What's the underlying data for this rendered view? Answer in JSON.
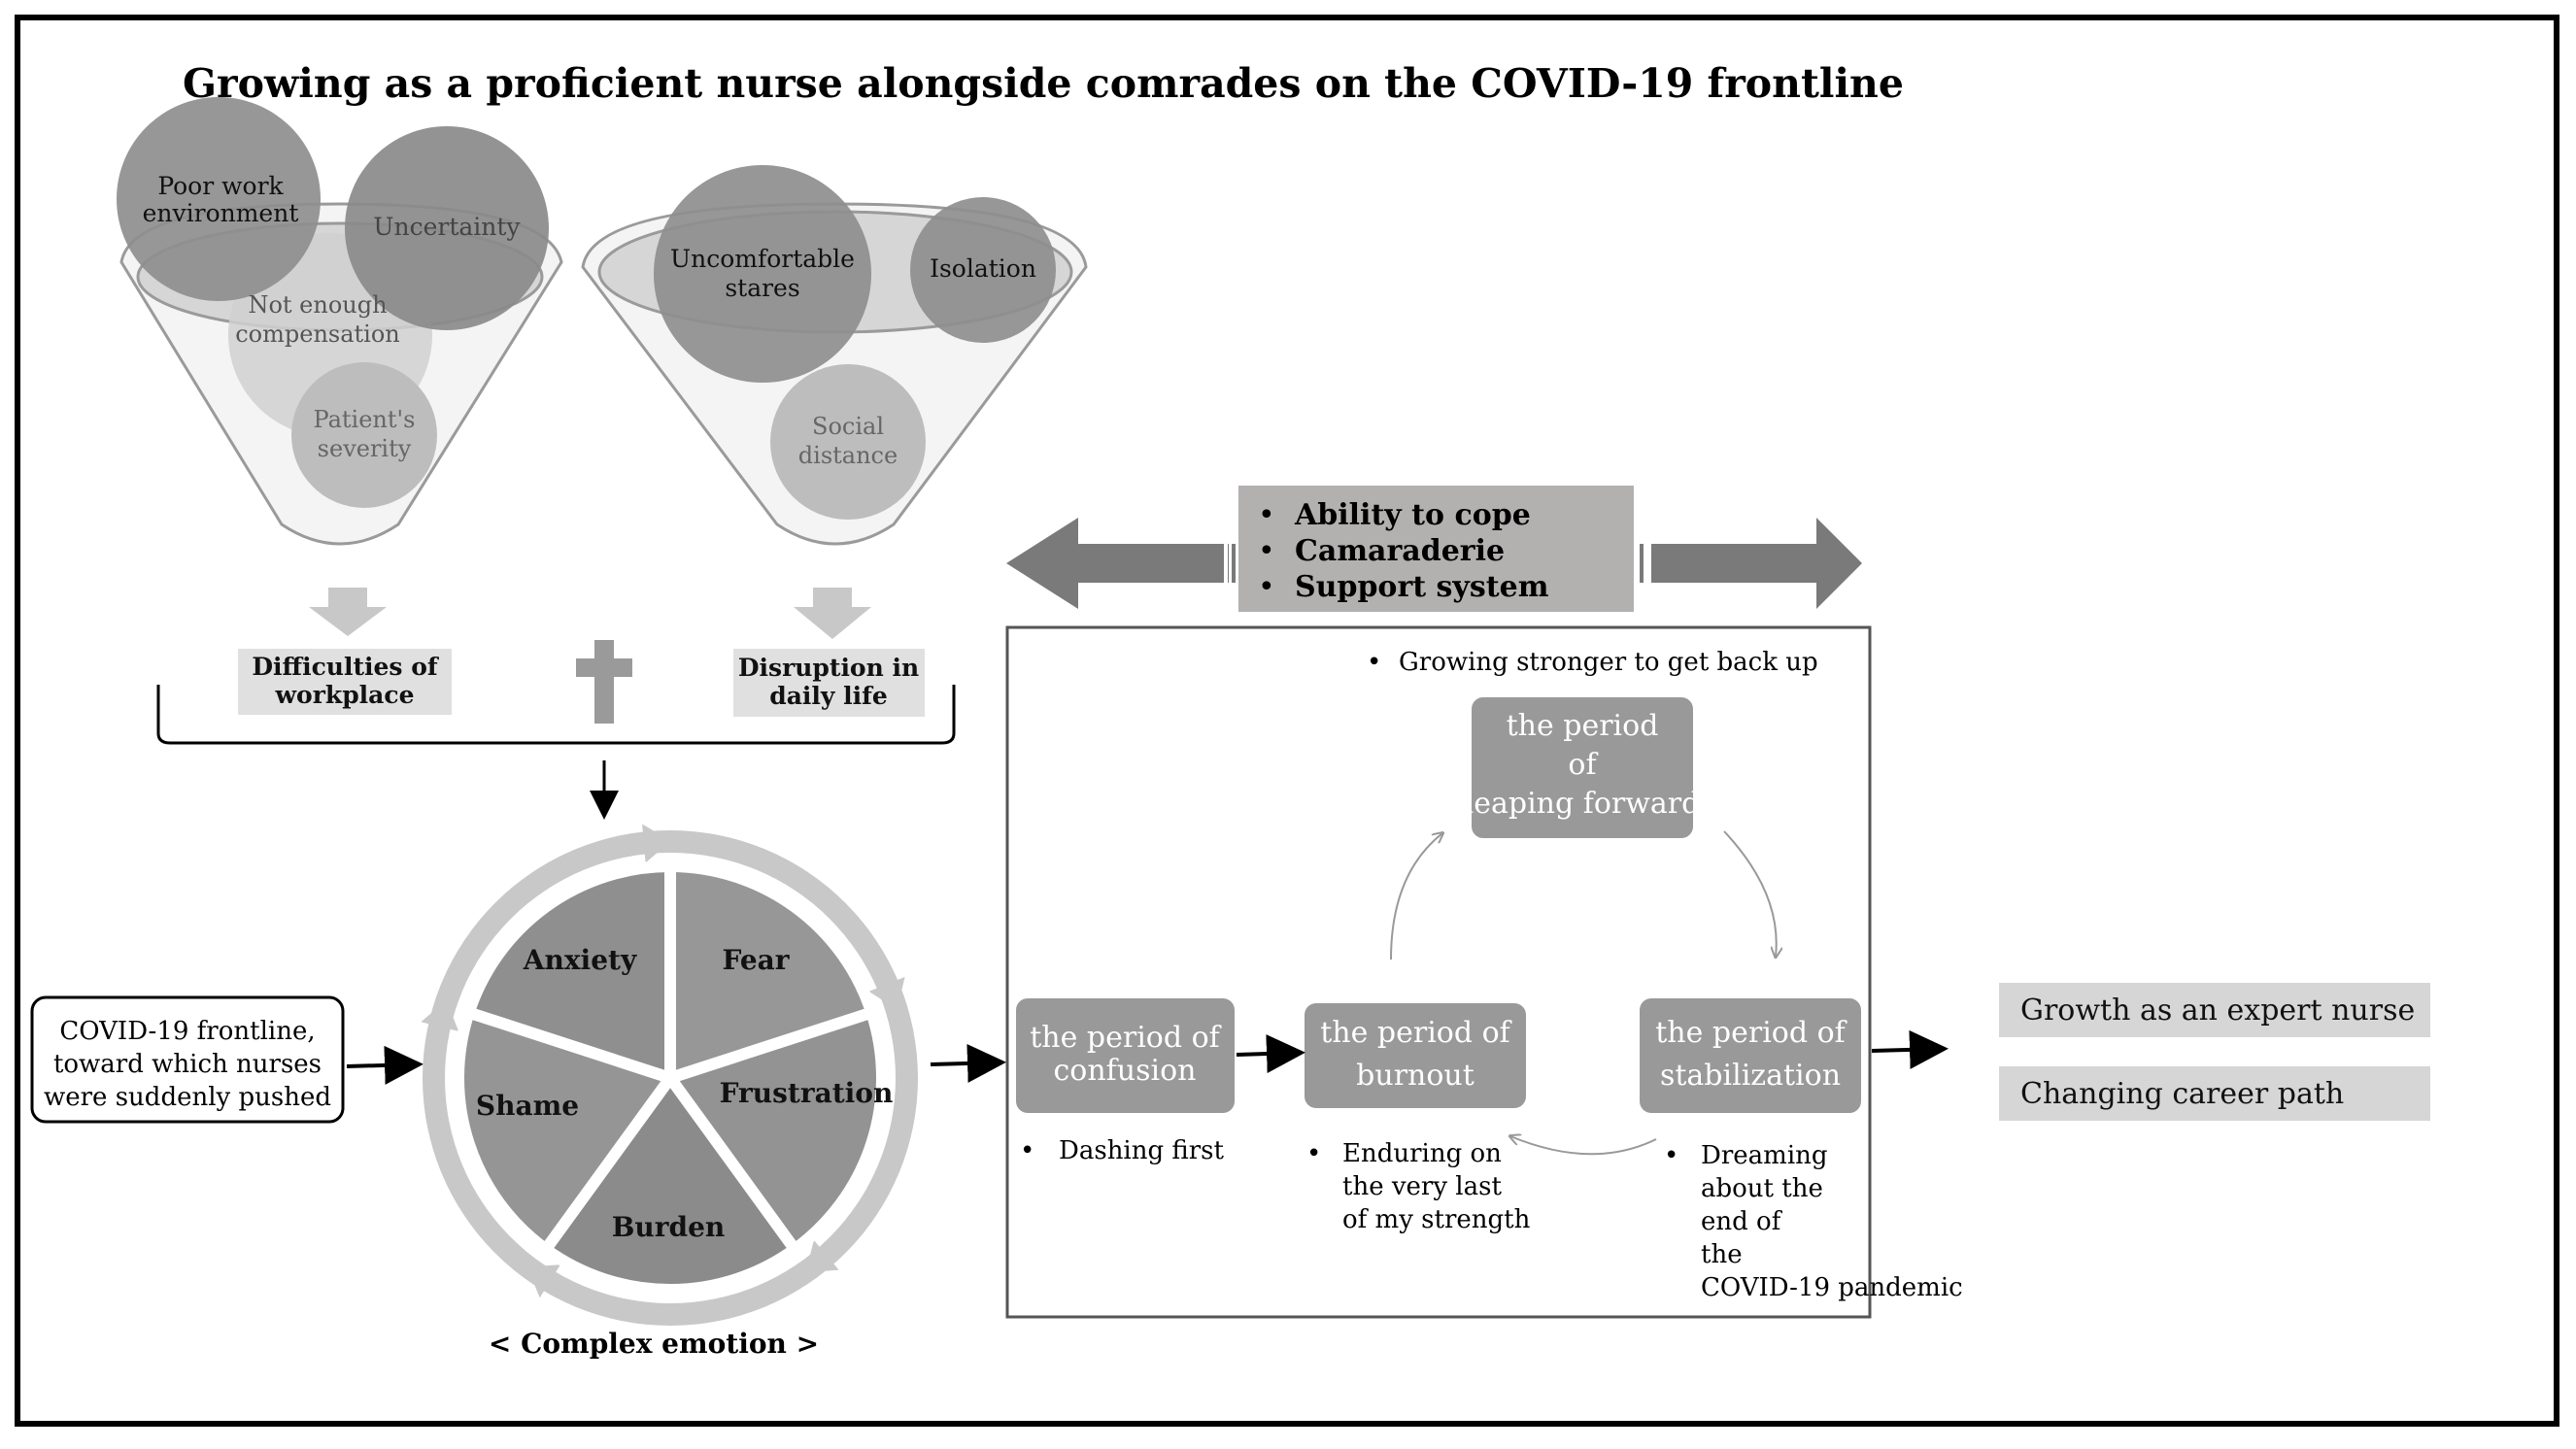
{
  "title": "Growing as a proficient nurse alongside comrades on the COVID-19 frontline",
  "funnel_left": {
    "circles": [
      "Poor work environment",
      "Uncertainty",
      "Not enough compensation",
      "Patient's severity"
    ],
    "label": "Difficulties of workplace"
  },
  "funnel_right": {
    "circles": [
      "Uncomfortable stares",
      "Isolation",
      "Social distance"
    ],
    "label": "Disruption in daily life"
  },
  "plus_symbol": "+",
  "start_box": "COVID-19 frontline, toward which nurses were suddenly pushed",
  "emotion_cycle": {
    "segments": [
      "Anxiety",
      "Fear",
      "Frustration",
      "Burden",
      "Shame"
    ],
    "caption": "< Complex emotion >"
  },
  "support_box": {
    "items": [
      "Ability to cope",
      "Camaraderie",
      "Support system"
    ]
  },
  "periods": {
    "confusion": "the period of confusion",
    "burnout": "the period of burnout",
    "stabilization": "the period of stabilization",
    "leaping": "the period of leaping forward"
  },
  "period_notes": {
    "leaping": "Growing stronger to get back up",
    "confusion": "Dashing first",
    "burnout": "Enduring on the very last of my strength",
    "stabilization": "Dreaming about the end of the COVID-19 pandemic"
  },
  "outcomes": [
    "Growth as an expert nurse",
    "Changing career path"
  ],
  "colors": {
    "border": "#000000",
    "circle_dark": "#8c8c8c",
    "circle_light": "#bcbcbc",
    "box_gray": "#e0e0e0",
    "period_box": "#999999",
    "arrow_gray": "#7a7a7a",
    "support_box": "#b3b0b0"
  }
}
